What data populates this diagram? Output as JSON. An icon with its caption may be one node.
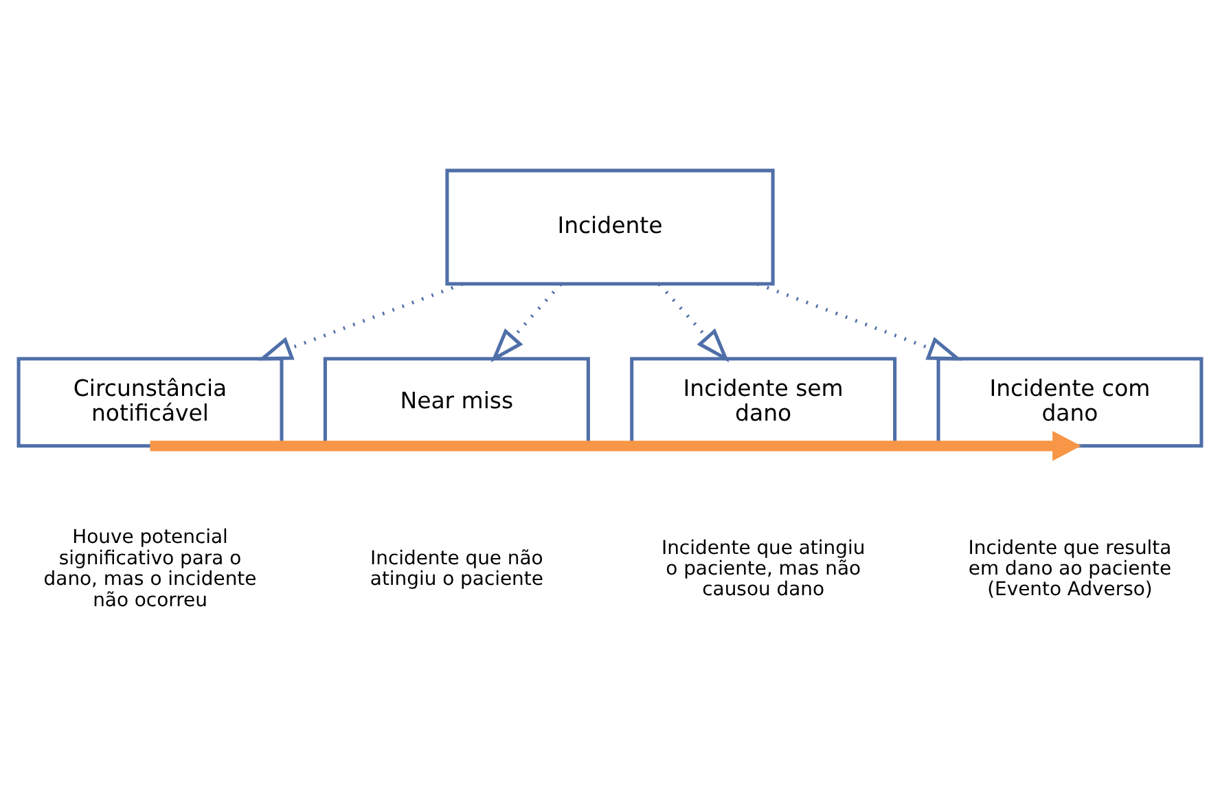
{
  "diagram": {
    "nodes": [
      {
        "text": [
          "Incidente"
        ]
      },
      {
        "text": [
          "Circunstância notificável"
        ]
      },
      {
        "text": [
          "Near miss"
        ]
      },
      {
        "text": [
          "Incidente sem dano"
        ]
      },
      {
        "text": [
          "Incidente com dano"
        ]
      }
    ],
    "labels": [
      "Houve potencial significativo para o dano, mas o incidente não ocorreu",
      "Incidente que não atingiu o paciente",
      "Incidente que atingiu o paciente, mas não causou dano",
      "Incidente que resulta em dano ao paciente (Evento Adverso)"
    ],
    "edges": [
      {
        "from": 0,
        "to": 1,
        "arrow": "to",
        "style": "dashed"
      },
      {
        "from": 0,
        "to": 2,
        "arrow": "to",
        "style": "dashed"
      },
      {
        "from": 0,
        "to": 3,
        "arrow": "to",
        "style": "dashed"
      },
      {
        "from": 0,
        "to": 4,
        "arrow": "to",
        "style": "dashed"
      },
      {
        "from": 1,
        "to": 4,
        "arrow": "to",
        "style": "thick",
        "color": "#f79646"
      }
    ]
  }
}
